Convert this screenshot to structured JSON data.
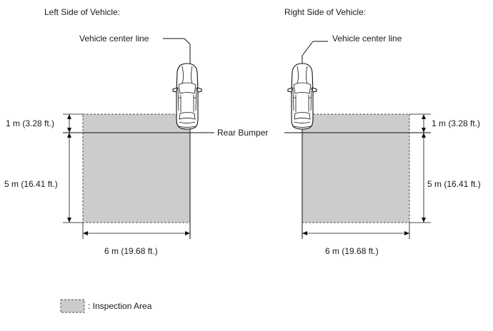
{
  "left_panel": {
    "title": "Left Side of Vehicle:",
    "center_line_label": "Vehicle center line",
    "dim_top": "1 m (3.28 ft.)",
    "dim_side": "5 m (16.41 ft.)",
    "dim_bottom": "6 m (19.68 ft.)"
  },
  "right_panel": {
    "title": "Right Side of Vehicle:",
    "center_line_label": "Vehicle center line",
    "dim_top": "1 m (3.28 ft.)",
    "dim_side": "5 m (16.41 ft.)",
    "dim_bottom": "6 m (19.68 ft.)"
  },
  "rear_bumper_label": "Rear Bumper",
  "legend": {
    "label": ": Inspection Area"
  },
  "colors": {
    "inspection_area": "#cccccc",
    "lines": "#111111"
  }
}
